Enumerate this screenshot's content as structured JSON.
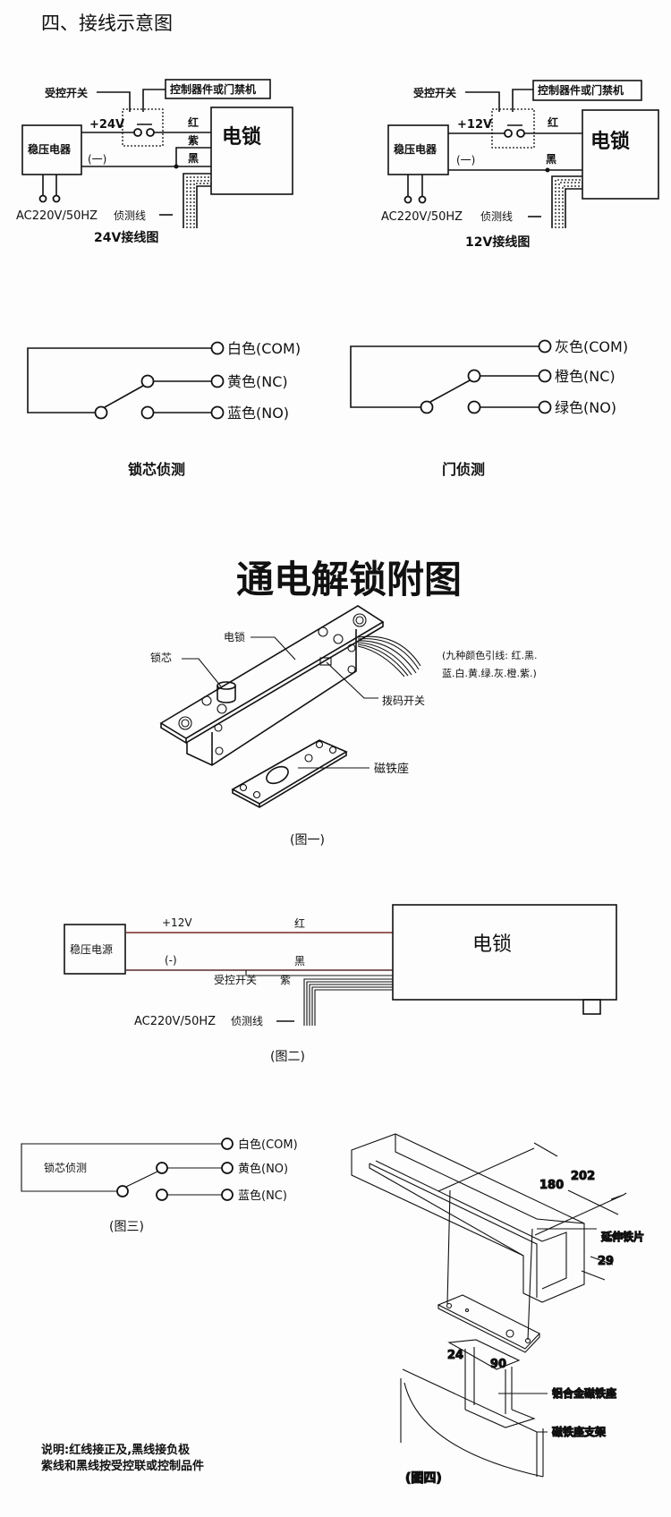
{
  "section_title": "四、接线示意图",
  "wiring_24v": {
    "controlled_switch": "受控开关",
    "controller": "控制器件或门禁机",
    "power_supply": "稳压电器",
    "voltage": "+24V",
    "negative": "(一)",
    "lock": "电锁",
    "red": "红",
    "purple": "紫",
    "black": "黑",
    "ac_input": "AC220V/50HZ",
    "sensor_line": "侦测线",
    "caption": "24V接线图"
  },
  "wiring_12v": {
    "controlled_switch": "受控开关",
    "controller": "控制器件或门禁机",
    "power_supply": "稳压电器",
    "voltage": "+12V",
    "negative": "(一)",
    "lock": "电锁",
    "red": "红",
    "black": "黑",
    "ac_input": "AC220V/50HZ",
    "sensor_line": "侦测线",
    "caption": "12V接线图"
  },
  "lock_core_detect": {
    "com": "白色(COM)",
    "nc": "黄色(NC)",
    "no": "蓝色(NO)",
    "caption": "锁芯侦测"
  },
  "door_detect": {
    "com": "灰色(COM)",
    "nc": "橙色(NC)",
    "no": "绿色(NO)",
    "caption": "门侦测"
  },
  "appendix_title": "通电解锁附图",
  "figure1": {
    "lock": "电锁",
    "lock_core": "锁芯",
    "dip_switch": "拨码开关",
    "wires_note_1": "(九种颜色引线: 红.黑.",
    "wires_note_2": "蓝.白.黄.绿.灰.橙.紫.)",
    "magnet_seat": "磁铁座",
    "caption": "(图一)"
  },
  "figure2": {
    "power_supply": "稳压电源",
    "voltage": "+12V",
    "red": "红",
    "negative": "(-)",
    "black": "黑",
    "controlled_switch": "受控开关",
    "purple": "紫",
    "lock": "电锁",
    "ac_input": "AC220V/50HZ",
    "sensor_line": "侦测线",
    "caption": "(图二)"
  },
  "figure3": {
    "label": "锁芯侦测",
    "com": "白色(COM)",
    "no": "黄色(NO)",
    "nc": "蓝色(NC)",
    "caption": "(图三)"
  },
  "figure4": {
    "dim_180": "180",
    "dim_202": "202",
    "dim_29": "29",
    "dim_24": "24",
    "dim_90": "90",
    "extension_plate": "延伸铁片",
    "magnet_seat": "铝合金磁铁座",
    "bracket": "磁铁座支架",
    "caption": "(图四)"
  },
  "notes": {
    "line1": "说明:红线接正及,黑线接负极",
    "line2": "紫线和黑线按受控联或控制品件"
  }
}
